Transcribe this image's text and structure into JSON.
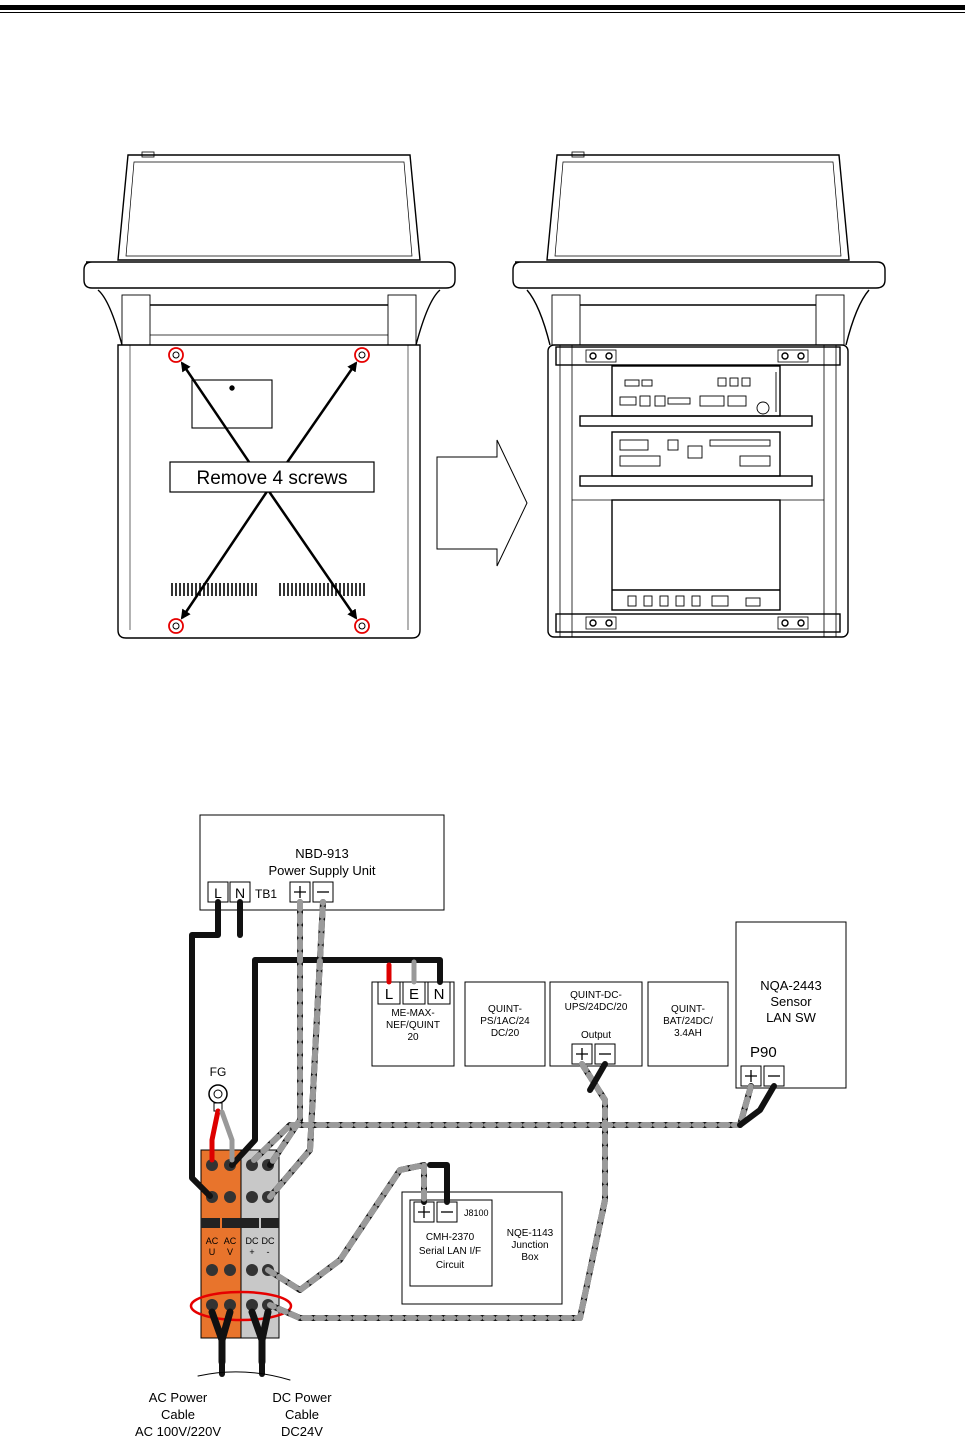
{
  "callout": {
    "remove_screws": "Remove 4 screws"
  },
  "psu": {
    "model": "NBD-913",
    "name": "Power Supply Unit",
    "terminal_block": "TB1",
    "term_l": "L",
    "term_n": "N"
  },
  "me_max": {
    "label": "ME-MAX-\nNEF/QUINT\n20",
    "term_l": "L",
    "term_e": "E",
    "term_n": "N"
  },
  "quint_ps": {
    "label": "QUINT-\nPS/1AC/24\nDC/20"
  },
  "quint_ups": {
    "label": "QUINT-DC-\nUPS/24DC/20",
    "output": "Output"
  },
  "quint_bat": {
    "label": "QUINT-\nBAT/24DC/\n3.4AH"
  },
  "nqa": {
    "label": "NQA-2443\nSensor\nLAN SW",
    "port": "P90"
  },
  "fg": "FG",
  "junction": {
    "cmh": "CMH-2370\nSerial LAN I/F\nCircuit",
    "connector": "J8100",
    "box": "NQE-1143\nJunction\nBox"
  },
  "terminals": {
    "ac_u": "AC\nU",
    "ac_v": "AC\nV",
    "dc_plus": "DC\n+",
    "dc_minus": "DC\n-"
  },
  "cables": {
    "ac": "AC Power\nCable\nAC 100V/220V",
    "dc": "DC Power\nCable\nDC24V"
  },
  "colors": {
    "orange": "#e8742c",
    "gray_terminal": "#c8c8c8",
    "red_circle": "#e60000",
    "cable_gray": "#9a9a9a",
    "cable_black": "#111111"
  }
}
